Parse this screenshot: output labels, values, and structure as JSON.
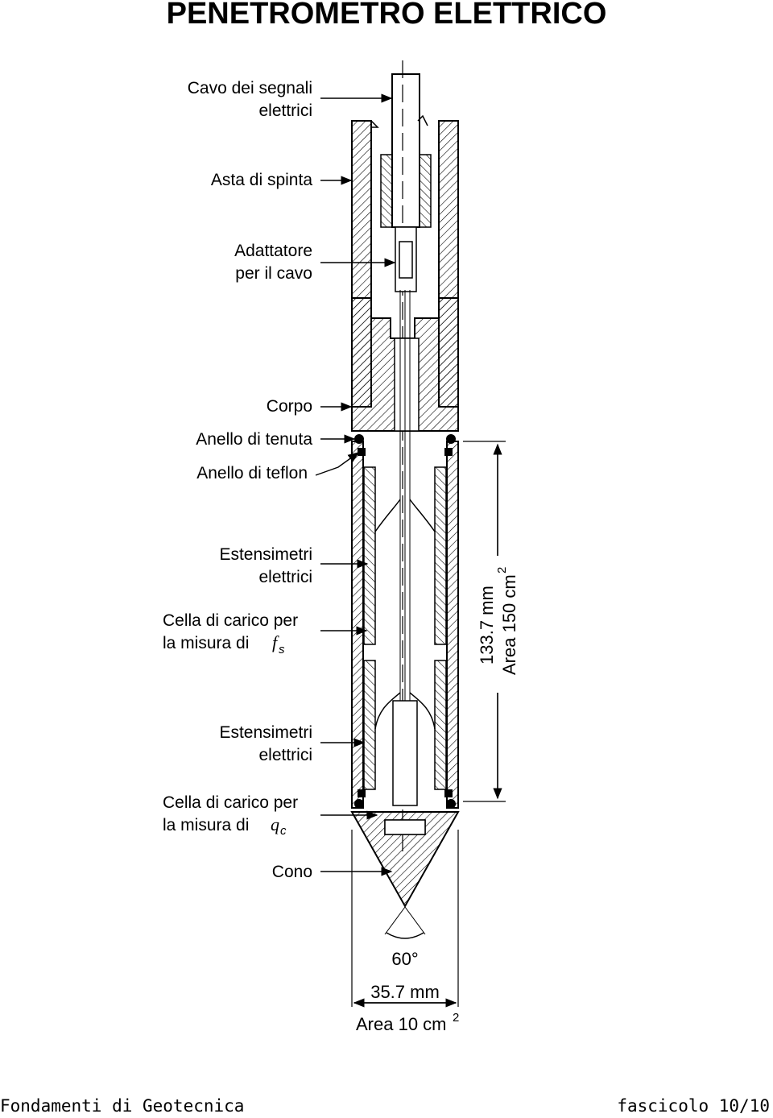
{
  "title": "PENETROMETRO ELETTRICO",
  "labels": {
    "cavo_1": "Cavo dei segnali",
    "cavo_2": "elettrici",
    "asta": "Asta di spinta",
    "adattatore_1": "Adattatore",
    "adattatore_2": "per il cavo",
    "corpo": "Corpo",
    "anello_tenuta": "Anello di tenuta",
    "anello_teflon": "Anello di teflon",
    "estens1_1": "Estensimetri",
    "estens1_2": "elettrici",
    "cella_fs_1": "Cella di carico per",
    "cella_fs_2": "la misura di",
    "fs_symbol": "f",
    "fs_sub": "s",
    "estens2_1": "Estensimetri",
    "estens2_2": "elettrici",
    "cella_qc_1": "Cella di carico per",
    "cella_qc_2": "la misura di",
    "qc_symbol": "q",
    "qc_sub": "c",
    "cono": "Cono"
  },
  "dimensions": {
    "angle": "60°",
    "diameter": "35.7 mm",
    "tip_area": "Area 10 cm",
    "tip_area_sup": "2",
    "sleeve_length": "133.7 mm",
    "sleeve_area": "Area 150 cm",
    "sleeve_area_sup": "2"
  },
  "footer": {
    "left": "Fondamenti di Geotecnica",
    "right": "fascicolo 10/10"
  }
}
